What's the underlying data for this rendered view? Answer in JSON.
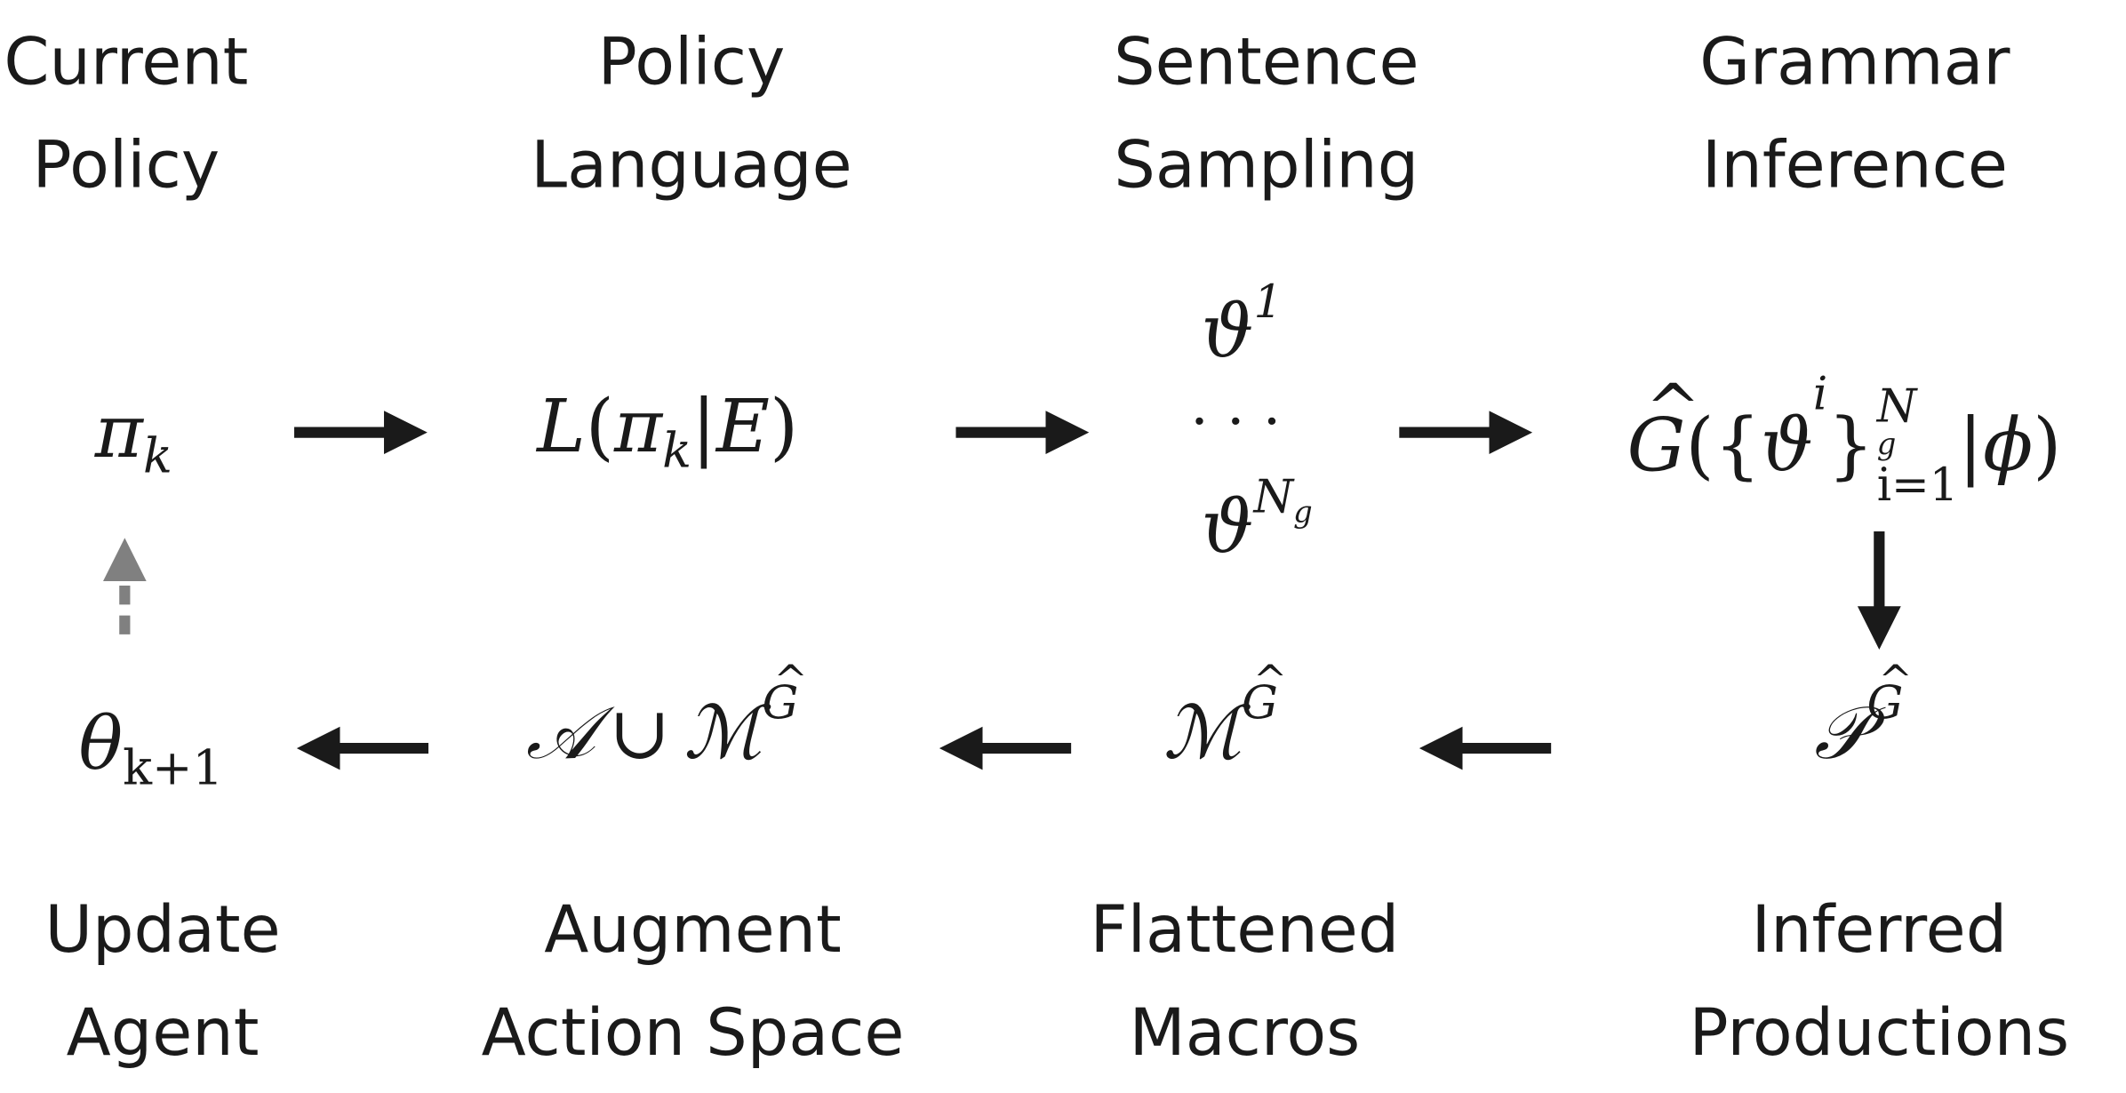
{
  "top_labels": {
    "current_policy": [
      "Current",
      "Policy"
    ],
    "policy_language": [
      "Policy",
      "Language"
    ],
    "sentence_sampling": [
      "Sentence",
      "Sampling"
    ],
    "grammar_inference": [
      "Grammar",
      "Inference"
    ]
  },
  "bottom_labels": {
    "update_agent": [
      "Update",
      "Agent"
    ],
    "augment_action_space": [
      "Augment",
      "Action Space"
    ],
    "flattened_macros": [
      "Flattened",
      "Macros"
    ],
    "inferred_productions": [
      "Inferred",
      "Productions"
    ]
  },
  "nodes": {
    "pi": {
      "base": "π",
      "sub": "k"
    },
    "language": {
      "L": "L",
      "open": "(",
      "pi": "π",
      "sub": "k",
      "bar": "|",
      "E": "E",
      "close": ")"
    },
    "samples": {
      "theta": "ϑ",
      "sup1": "1",
      "dots": "· · ·",
      "supN": "N",
      "supNsub": "g"
    },
    "grammar": {
      "G": "G",
      "open": "(",
      "brace_open": "{",
      "theta": "ϑ",
      "sup_i": "i",
      "brace_close": "}",
      "upper": "N",
      "upper_sub": "g",
      "lower": "i=1",
      "bar": "|",
      "phi": "ϕ",
      "close": ")"
    },
    "productions": {
      "P": "𝒫",
      "sup": "G"
    },
    "macros": {
      "M": "ℳ",
      "sup": "G"
    },
    "augmented": {
      "A": "𝒜",
      "cup": "∪",
      "M": "ℳ",
      "sup": "G"
    },
    "theta_next": {
      "base": "θ",
      "sub": "k+1"
    }
  },
  "colors": {
    "ink": "#1a1a1a",
    "feedback_arrow": "#808080"
  }
}
